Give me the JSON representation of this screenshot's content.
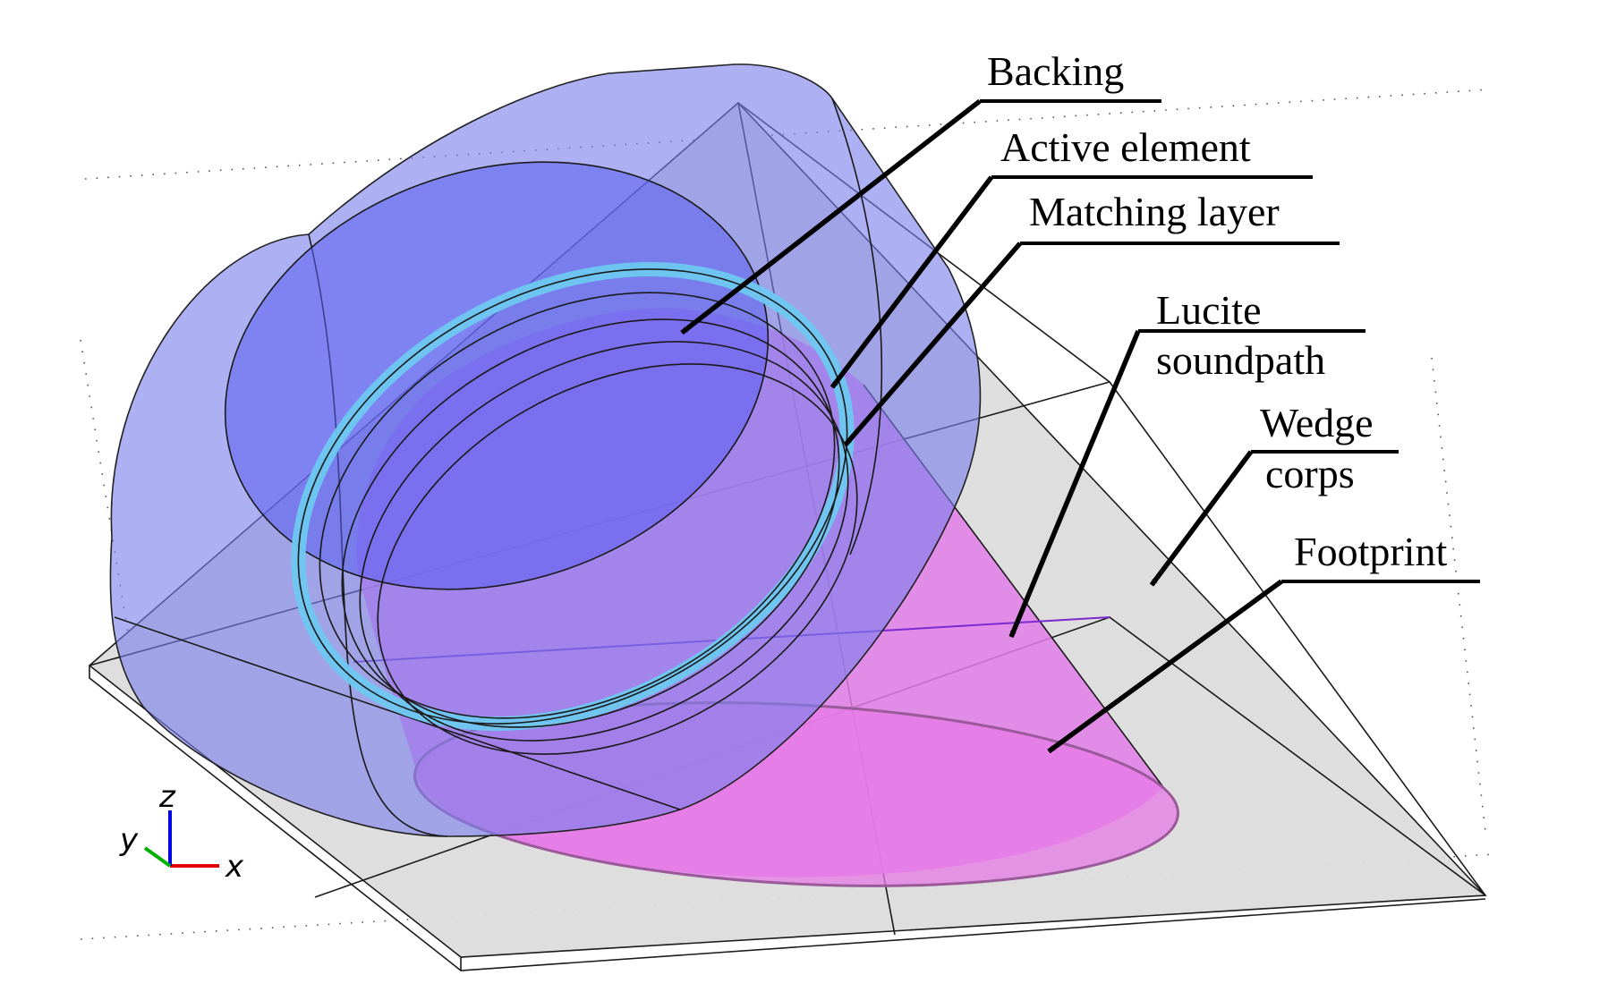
{
  "labels": {
    "backing": "Backing",
    "active_element": "Active element",
    "matching_layer": "Matching layer",
    "lucite_line1": "Lucite",
    "lucite_line2": "soundpath",
    "wedge_line1": "Wedge",
    "wedge_line2": "corps",
    "footprint": "Footprint"
  },
  "axes": {
    "x": "x",
    "y": "y",
    "z": "z"
  },
  "colors": {
    "housing": "#7a80ec",
    "backing": "#5a5ef0",
    "matching_layer": "#6ec8f0",
    "lucite": "#e27ee8",
    "footprint": "#e67ae6",
    "wedge": "#dcdcdc",
    "axis_x": "#e00000",
    "axis_y": "#00b000",
    "axis_z": "#0000e0"
  }
}
